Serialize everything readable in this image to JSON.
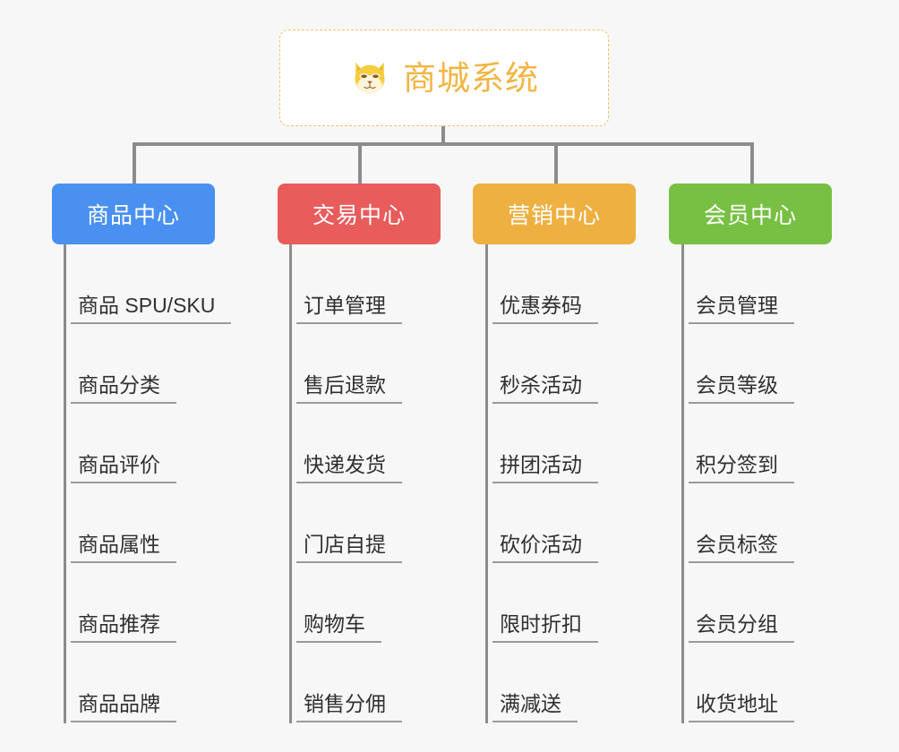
{
  "root": {
    "title": "商城系统",
    "icon": "shiba-inu-icon",
    "border_color": "#f0c268",
    "text_color": "#f2b544",
    "background": "#ffffff"
  },
  "connector_color": "#8c8c8c",
  "canvas_background": "#f7f7f7",
  "branches": [
    {
      "id": "product-center",
      "label": "商品中心",
      "color": "#4a90f0",
      "items": [
        "商品 SPU/SKU",
        "商品分类",
        "商品评价",
        "商品属性",
        "商品推荐",
        "商品品牌"
      ]
    },
    {
      "id": "trade-center",
      "label": "交易中心",
      "color": "#e85c5c",
      "items": [
        "订单管理",
        "售后退款",
        "快递发货",
        "门店自提",
        "购物车",
        "销售分佣"
      ]
    },
    {
      "id": "marketing-center",
      "label": "营销中心",
      "color": "#eeb041",
      "items": [
        "优惠券码",
        "秒杀活动",
        "拼团活动",
        "砍价活动",
        "限时折扣",
        "满减送"
      ]
    },
    {
      "id": "member-center",
      "label": "会员中心",
      "color": "#78c043",
      "items": [
        "会员管理",
        "会员等级",
        "积分签到",
        "会员标签",
        "会员分组",
        "收货地址"
      ]
    }
  ]
}
